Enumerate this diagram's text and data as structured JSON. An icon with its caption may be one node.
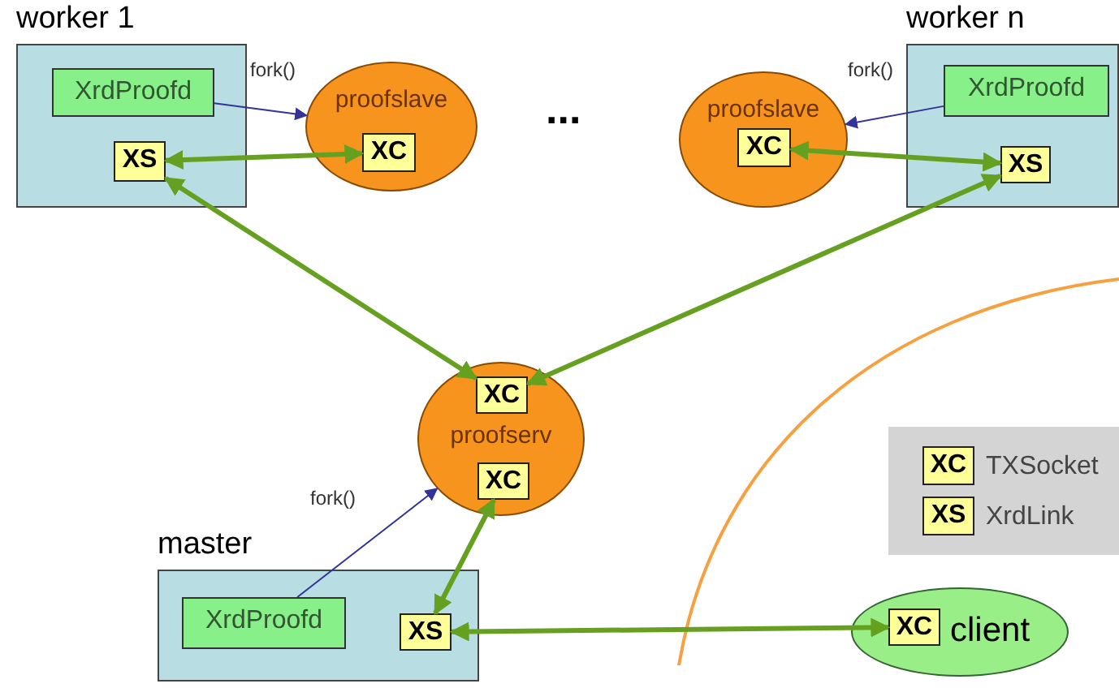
{
  "diagram": {
    "nodes": [
      {
        "text": [
          "worker 1"
        ]
      },
      {
        "text": [
          "XrdProofd"
        ],
        "in": 0
      },
      {
        "text": [
          "XS"
        ],
        "in": 0
      },
      {
        "text": [
          "proofslave"
        ]
      },
      {
        "text": [
          "XC"
        ],
        "in": 3
      },
      {
        "text": [
          "proofslave"
        ]
      },
      {
        "text": [
          "XC"
        ],
        "in": 5
      },
      {
        "text": [
          "worker n"
        ]
      },
      {
        "text": [
          "XrdProofd"
        ],
        "in": 7
      },
      {
        "text": [
          "XS"
        ],
        "in": 7
      },
      {
        "text": [
          "proofserv"
        ]
      },
      {
        "text": [
          "XC"
        ],
        "in": 10
      },
      {
        "text": [
          "XC"
        ],
        "in": 10
      },
      {
        "text": [
          "master"
        ]
      },
      {
        "text": [
          "XrdProofd"
        ],
        "in": 13
      },
      {
        "text": [
          "XS"
        ],
        "in": 13
      },
      {
        "text": [
          "client"
        ]
      },
      {
        "text": [
          "XC"
        ],
        "in": 16
      },
      {
        "text": [],
        "shape": "box"
      },
      {
        "text": [
          "XC"
        ],
        "in": 18,
        "beside": [
          "TXSocket"
        ]
      },
      {
        "text": [
          "XS"
        ],
        "in": 18,
        "beside": [
          "XrdLink"
        ]
      }
    ],
    "edges": [
      {
        "from": 1,
        "to": 3,
        "arrow": "to",
        "label": "fork()",
        "color": "#333399"
      },
      {
        "from": 2,
        "to": 4,
        "arrow": "both"
      },
      {
        "from": 8,
        "to": 5,
        "arrow": "to",
        "label": "fork()",
        "color": "#333399"
      },
      {
        "from": 6,
        "to": 9,
        "arrow": "both"
      },
      {
        "from": 2,
        "to": 11,
        "arrow": "both"
      },
      {
        "from": 9,
        "to": 11,
        "arrow": "both"
      },
      {
        "from": 14,
        "to": 10,
        "arrow": "to",
        "label": "fork()",
        "color": "#333399"
      },
      {
        "from": 12,
        "to": 15,
        "arrow": "both"
      },
      {
        "from": 15,
        "to": 17,
        "arrow": "both"
      }
    ],
    "labels": [
      "..."
    ]
  }
}
